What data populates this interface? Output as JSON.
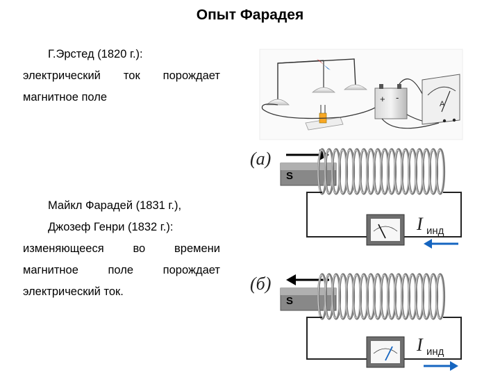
{
  "slide": {
    "title": "Опыт Фарадея",
    "oersted": {
      "line1": "Г.Эрстед (1820 г.):",
      "line2_words": [
        "электрический",
        "ток",
        "порождает"
      ],
      "line3": "магнитное поле"
    },
    "faraday": {
      "line1": "Майкл Фарадей (1831 г.),",
      "line2": "Джозеф Генри (1832 г.):",
      "line3_words": [
        "изменяющееся",
        "во",
        "времени"
      ],
      "line4_words": [
        "магнитное",
        "поле",
        "порождает"
      ],
      "line5": "электрический ток."
    }
  },
  "figures": {
    "oersted_apparatus": {
      "battery_plus": "+",
      "battery_minus": "-",
      "ammeter_label": "A"
    },
    "coil_a": {
      "label": "(а)",
      "magnet_label": "S",
      "current_label": "I",
      "current_sub": "инд",
      "motion_direction": "right",
      "current_direction": "left",
      "motion_arrow_color": "#000000",
      "current_arrow_color": "#1565c0"
    },
    "coil_b": {
      "label": "(б)",
      "magnet_label": "S",
      "current_label": "I",
      "current_sub": "инд",
      "motion_direction": "left",
      "current_direction": "right",
      "motion_arrow_color": "#000000",
      "current_arrow_color": "#1565c0"
    }
  }
}
